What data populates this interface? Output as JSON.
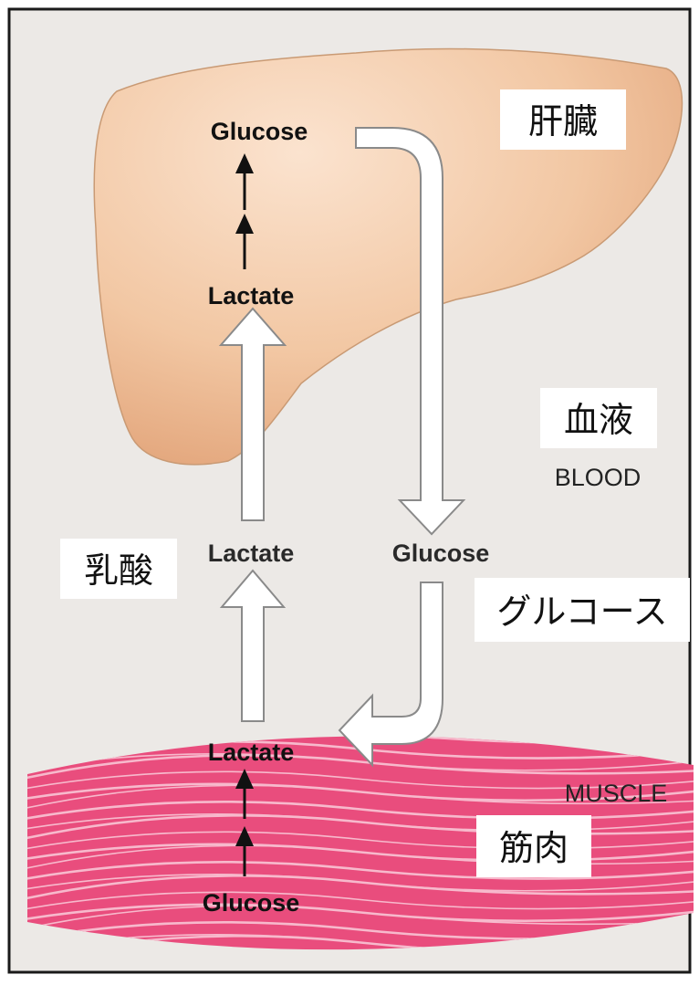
{
  "colors": {
    "background": "#ece9e6",
    "frame": "#1a1a1a",
    "liver": "#f2c7a3",
    "liver_shadow": "#e4a77c",
    "muscle_base": "#e94d7d",
    "muscle_stripe": "#f7b9cc",
    "arrow_fill": "#ffffff",
    "arrow_outline": "#8a8a8a"
  },
  "liver": {
    "glucose_label": "Glucose",
    "lactate_label": "Lactate",
    "jp_label": "肝臓"
  },
  "blood": {
    "jp_label": "血液",
    "en_label": "BLOOD",
    "lactate_label": "Lactate",
    "glucose_label": "Glucose",
    "lactate_jp": "乳酸",
    "glucose_jp": "グルコース"
  },
  "muscle": {
    "lactate_label": "Lactate",
    "glucose_label": "Glucose",
    "en_label": "MUSCLE",
    "jp_label": "筋肉"
  }
}
